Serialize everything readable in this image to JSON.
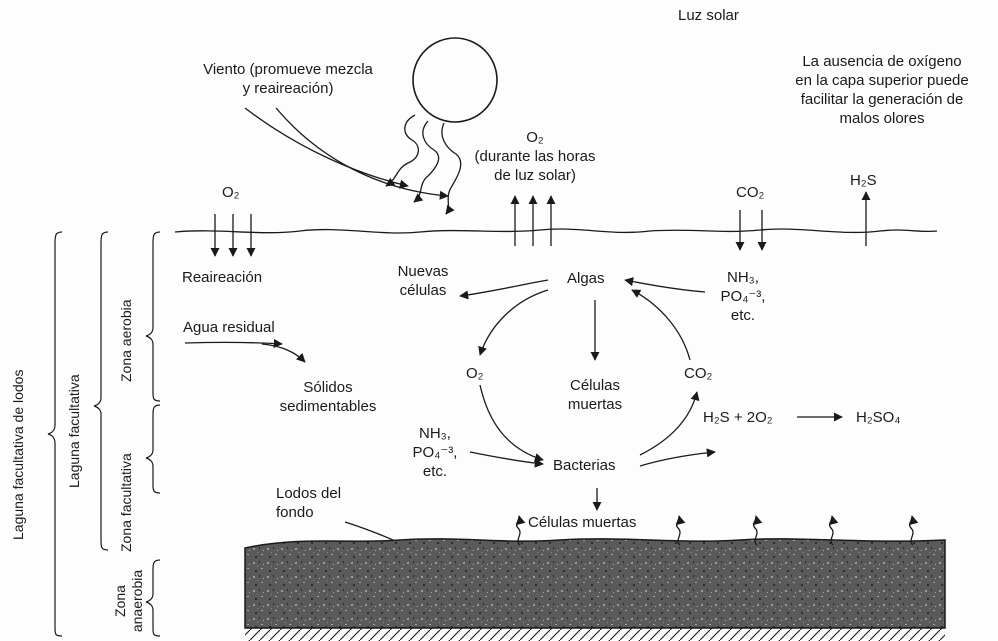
{
  "labels": {
    "sunlight": "Luz solar",
    "wind": [
      "Viento (promueve mezcla",
      "y reaireación)"
    ],
    "o2_daylight_formula": "O₂",
    "o2_daylight": [
      "(durante las horas",
      "de luz solar)"
    ],
    "odor_note": [
      "La ausencia de oxígeno",
      "en la capa superior puede",
      "facilitar la generación de",
      "malos olores"
    ],
    "o2_left": "O₂",
    "co2_top": "CO₂",
    "h2s_top": "H₂S",
    "reaeration": "Reaireación",
    "algae": "Algas",
    "new_cells": [
      "Nuevas",
      "células"
    ],
    "nutrients_top": [
      "NH₃,",
      "PO₄⁻³,",
      "etc."
    ],
    "wastewater": "Agua residual",
    "settleable_solids": [
      "Sólidos",
      "sedimentables"
    ],
    "o2_cycle": "O₂",
    "dead_cells_mid": [
      "Células",
      "muertas"
    ],
    "co2_cycle": "CO₂",
    "h2s_reaction": "H₂S + 2O₂",
    "h2so4": "H₂SO₄",
    "nutrients_bottom": [
      "NH₃,",
      "PO₄⁻³,",
      "etc."
    ],
    "bacteria": "Bacterias",
    "bottom_sludge": [
      "Lodos del",
      "fondo"
    ],
    "dead_cells_bottom": "Células muertas"
  },
  "side_labels": {
    "outer": "Laguna facultativa de lodos",
    "middle": "Laguna facultativa",
    "aerobic": "Zona aerobia",
    "facultative": "Zona facultativa",
    "anaerobic": [
      "Zona",
      "anaerobia"
    ]
  },
  "colors": {
    "ink": "#1a1a1a",
    "sludge": "#4a4a4a",
    "background": "#fdfdfd"
  }
}
